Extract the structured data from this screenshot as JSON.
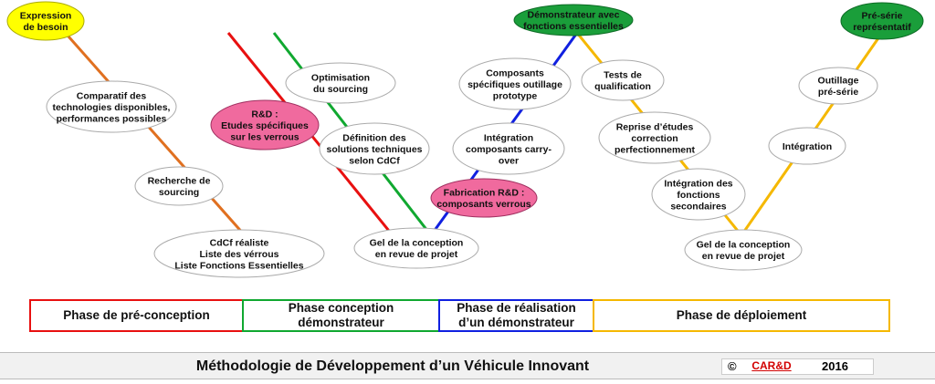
{
  "colors": {
    "orange": "#e07020",
    "red": "#e81010",
    "green": "#10a830",
    "blue": "#1020e0",
    "gold": "#f5b800",
    "yellow_fill": "#ffff00",
    "green_fill": "#1a9e3a",
    "pink_fill": "#f06a9e"
  },
  "nodes": [
    {
      "id": "expression-besoin",
      "lines": [
        "Expression",
        "de besoin"
      ],
      "style": "yellow"
    },
    {
      "id": "comparatif",
      "lines": [
        "Comparatif des",
        "technologies disponibles,",
        "performances possibles"
      ],
      "style": "plain"
    },
    {
      "id": "recherche-sourcing",
      "lines": [
        "Recherche de",
        "sourcing"
      ],
      "style": "plain"
    },
    {
      "id": "cdcf-realiste",
      "lines": [
        "CdCf réaliste",
        "Liste des vérrous",
        "Liste Fonctions Essentielles"
      ],
      "style": "plain"
    },
    {
      "id": "rd-etudes",
      "lines": [
        "R&D :",
        "Etudes spécifiques",
        "sur les verrous"
      ],
      "style": "pink"
    },
    {
      "id": "optimisation-sourcing",
      "lines": [
        "Optimisation",
        "du sourcing"
      ],
      "style": "plain"
    },
    {
      "id": "definition-solutions",
      "lines": [
        "Définition des",
        "solutions techniques",
        "selon CdCf"
      ],
      "style": "plain"
    },
    {
      "id": "gel-conception-1",
      "lines": [
        "Gel de la conception",
        "en revue de projet"
      ],
      "style": "plain"
    },
    {
      "id": "fabrication-rd",
      "lines": [
        "Fabrication R&D :",
        "composants verrous"
      ],
      "style": "pink"
    },
    {
      "id": "integration-carry-over",
      "lines": [
        "Intégration",
        "composants carry-",
        "over"
      ],
      "style": "plain"
    },
    {
      "id": "composants-specifiques",
      "lines": [
        "Composants",
        "spécifiques outillage",
        "prototype"
      ],
      "style": "plain"
    },
    {
      "id": "demonstrateur",
      "lines": [
        "Démonstrateur avec",
        "fonctions essentielles"
      ],
      "style": "green"
    },
    {
      "id": "tests-qualification",
      "lines": [
        "Tests de",
        "qualification"
      ],
      "style": "plain"
    },
    {
      "id": "reprise-etudes",
      "lines": [
        "Reprise d’études",
        "correction",
        "perfectionnement"
      ],
      "style": "plain"
    },
    {
      "id": "integration-fonctions",
      "lines": [
        "Intégration des",
        "fonctions",
        "secondaires"
      ],
      "style": "plain"
    },
    {
      "id": "gel-conception-2",
      "lines": [
        "Gel de la conception",
        "en revue de projet"
      ],
      "style": "plain"
    },
    {
      "id": "integration",
      "lines": [
        "Intégration"
      ],
      "style": "plain"
    },
    {
      "id": "outillage-preserie",
      "lines": [
        "Outillage",
        "pré-série"
      ],
      "style": "plain"
    },
    {
      "id": "preserie",
      "lines": [
        "Pré-série",
        "représentatif"
      ],
      "style": "green"
    }
  ],
  "phases": [
    {
      "id": "pre-conception",
      "label": "Phase de pré-conception",
      "color": "#e81010"
    },
    {
      "id": "conception-demonstrateur",
      "label": "Phase conception\ndémonstrateur",
      "color": "#10a830"
    },
    {
      "id": "realisation-demonstrateur",
      "label": "Phase de réalisation\nd’un démonstrateur",
      "color": "#1020e0"
    },
    {
      "id": "deploiement",
      "label": "Phase de déploiement",
      "color": "#f5b800"
    }
  ],
  "footer": {
    "title": "Méthodologie de Développement d’un Véhicule Innovant",
    "copyright": "©",
    "logo_text": "CAR&D",
    "year": "2016"
  }
}
